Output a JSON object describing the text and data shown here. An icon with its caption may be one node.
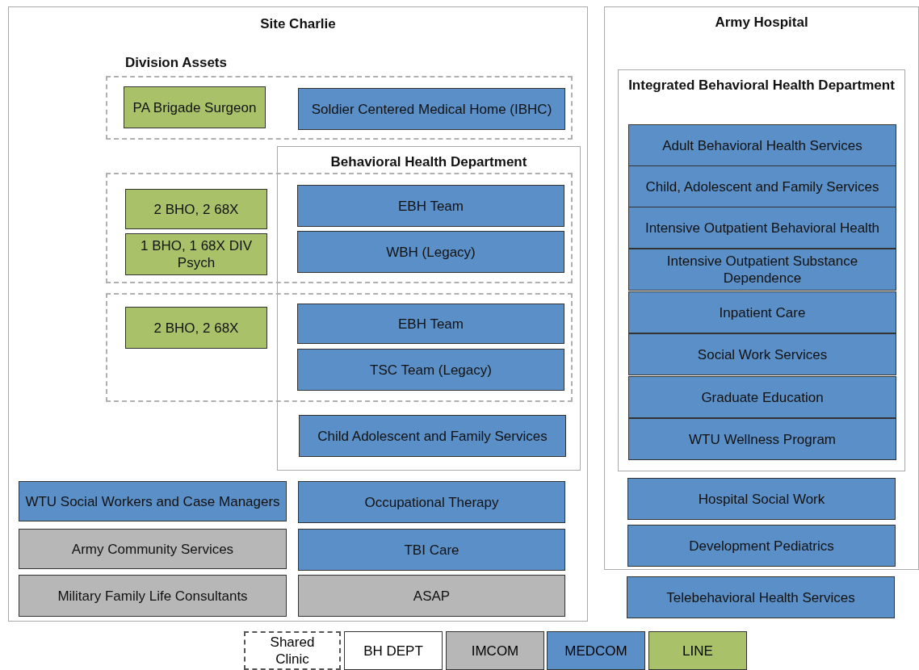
{
  "diagram": {
    "nodes": [
      {
        "text": [
          "Site Charlie"
        ]
      },
      {
        "text": [
          "Division Assets"
        ],
        "in": 0
      },
      {
        "text": [
          "PA Brigade Surgeon"
        ],
        "in": 1
      },
      {
        "text": [
          "Soldier Centered Medical Home (IBHC)"
        ],
        "in": 1
      },
      {
        "text": [
          "Behavioral Health Department"
        ],
        "in": 0
      },
      {
        "text": [],
        "shape": "box",
        "in": 0
      },
      {
        "text": [
          "2 BHO, 2 68X"
        ],
        "in": 5
      },
      {
        "text": [
          "EBH Team"
        ]
      },
      {
        "text": [
          "1 BHO, 1 68X DIV Psych"
        ],
        "in": 5
      },
      {
        "text": [
          "WBH (Legacy)"
        ]
      },
      {
        "text": [],
        "shape": "box",
        "in": 0
      },
      {
        "text": [
          "2 BHO, 2 68X"
        ],
        "in": 10
      },
      {
        "text": [
          "EBH Team"
        ]
      },
      {
        "text": [
          "TSC Team (Legacy)"
        ]
      },
      {
        "text": [
          "Child Adolescent and Family Services"
        ],
        "in": 4
      },
      {
        "text": [
          "WTU Social Workers and Case Managers"
        ],
        "in": 0
      },
      {
        "text": [
          "Occupational Therapy"
        ],
        "in": 0
      },
      {
        "text": [
          "Army Community Services"
        ],
        "in": 0
      },
      {
        "text": [
          "TBI Care"
        ],
        "in": 0
      },
      {
        "text": [
          "Military Family Life Consultants"
        ],
        "in": 0
      },
      {
        "text": [
          "ASAP"
        ],
        "in": 0
      },
      {
        "text": [
          "Army Hospital"
        ]
      },
      {
        "text": [
          "Integrated Behavioral Health Department"
        ],
        "in": 21
      },
      {
        "text": [
          "Adult Behavioral Health Services"
        ],
        "in": 22
      },
      {
        "text": [
          "Child, Adolescent and Family Services"
        ],
        "in": 22
      },
      {
        "text": [
          "Intensive Outpatient Behavioral Health"
        ],
        "in": 22
      },
      {
        "text": [
          "Intensive Outpatient Substance Dependence"
        ],
        "in": 22
      },
      {
        "text": [
          "Inpatient Care"
        ],
        "in": 22
      },
      {
        "text": [
          "Social Work Services"
        ],
        "in": 22
      },
      {
        "text": [
          "Graduate Education"
        ],
        "in": 22
      },
      {
        "text": [
          "WTU Wellness Program"
        ],
        "in": 22
      },
      {
        "text": [
          "Hospital Social Work"
        ],
        "in": 21
      },
      {
        "text": [
          "Development Pediatrics"
        ],
        "in": 21
      },
      {
        "text": [
          "Telebehavioral Health Services"
        ]
      }
    ],
    "legend": [
      {
        "text": "Shared Clinic"
      },
      {
        "text": "BH DEPT",
        "color": "#ffffff"
      },
      {
        "text": "IMCOM",
        "color": "#b7b7b7"
      },
      {
        "text": "MEDCOM",
        "color": "#5b8fc7"
      },
      {
        "text": "LINE",
        "color": "#a9c26a"
      }
    ]
  }
}
